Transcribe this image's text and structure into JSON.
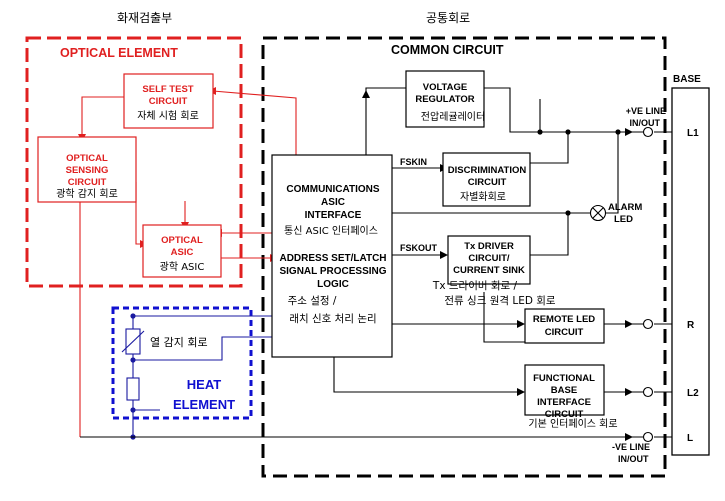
{
  "colors": {
    "optical": "#e02020",
    "heat": "#1010d0",
    "black": "#000000",
    "wire_blue": "#1a1aa0"
  },
  "headers": {
    "fire_detector_ko": "화재검출부",
    "common_ko": "공통회로"
  },
  "optical": {
    "title": "OPTICAL ELEMENT",
    "self_test": {
      "line1": "SELF TEST",
      "line2": "CIRCUIT",
      "ko": "자체 시험 회로"
    },
    "sensing": {
      "line1": "OPTICAL",
      "line2": "SENSING",
      "line3": "CIRCUIT",
      "ko": "광학 감지 회로"
    },
    "asic": {
      "line1": "OPTICAL",
      "line2": "ASIC",
      "ko": "광학 ASIC"
    }
  },
  "heat": {
    "title_line1": "HEAT",
    "title_line2": "ELEMENT",
    "ko": "열 감지 회로"
  },
  "common": {
    "title": "COMMON CIRCUIT",
    "comm_asic": {
      "line1": "COMMUNICATIONS",
      "line2": "ASIC",
      "line3": "INTERFACE",
      "ko": "통신 ASIC 인터페이스"
    },
    "address": {
      "line1": "ADDRESS SET/LATCH",
      "line2": "SIGNAL PROCESSING",
      "line3": "LOGIC",
      "ko1": "주소 설정 /",
      "ko2": "래치 신호 처리 논리"
    },
    "voltage_regulator": {
      "line1": "VOLTAGE",
      "line2": "REGULATOR",
      "ko": "전압레귤레이터"
    },
    "discrimination": {
      "line1": "DISCRIMINATION",
      "line2": "CIRCUIT",
      "ko": "자별화회로"
    },
    "tx_driver": {
      "line1": "Tx DRIVER",
      "line2": "CIRCUIT/",
      "line3": "CURRENT SINK",
      "ko1": "Tx 드라이버 회로 /",
      "ko2": "전류 싱크 원격 LED 회로"
    },
    "remote_led": {
      "line1": "REMOTE LED",
      "line2": "CIRCUIT"
    },
    "functional_base": {
      "line1": "FUNCTIONAL",
      "line2": "BASE",
      "line3": "INTERFACE",
      "line4": "CIRCUIT",
      "ko": "기본 인터페이스 회로"
    },
    "fskin": "FSKIN",
    "fskout": "FSKOUT",
    "alarm_led": {
      "line1": "ALARM",
      "line2": "LED"
    },
    "pos_line": {
      "line1": "+VE LINE",
      "line2": "IN/OUT"
    },
    "neg_line": {
      "line1": "-VE LINE",
      "line2": "IN/OUT"
    }
  },
  "base": {
    "title": "BASE",
    "terminals": [
      "L1",
      "R",
      "L2",
      "L"
    ]
  }
}
